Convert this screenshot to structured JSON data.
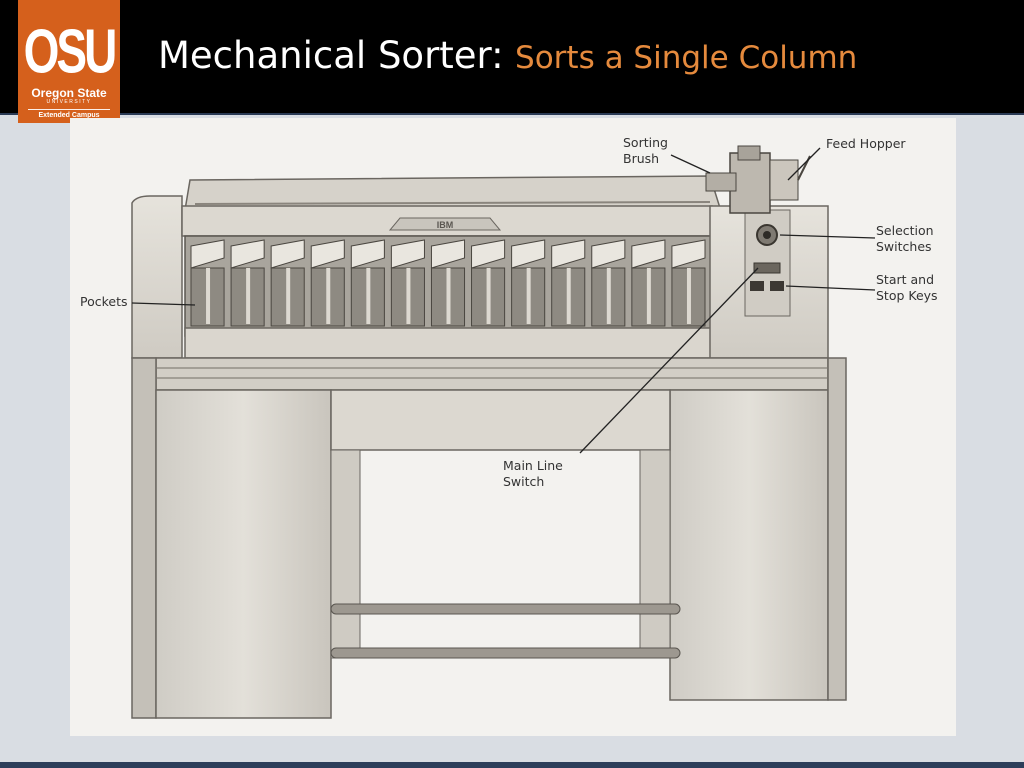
{
  "logo": {
    "initials": "OSU",
    "name": "Oregon State",
    "university": "UNIVERSITY",
    "campus": "Extended Campus"
  },
  "slide": {
    "title_main": "Mechanical Sorter:",
    "title_accent": "Sorts a Single Column"
  },
  "machine": {
    "brand": "IBM",
    "pocket_count": 13
  },
  "labels": {
    "sorting_brush": [
      "Sorting",
      "Brush"
    ],
    "feed_hopper": "Feed Hopper",
    "selection_switches": [
      "Selection",
      "Switches"
    ],
    "start_stop_keys": [
      "Start and",
      "Stop Keys"
    ],
    "pockets": "Pockets",
    "main_line_switch": [
      "Main Line",
      "Switch"
    ]
  },
  "colors": {
    "logo_orange": "#d5601c",
    "title_accent": "#e58a3d",
    "title_bar": "#000000"
  }
}
